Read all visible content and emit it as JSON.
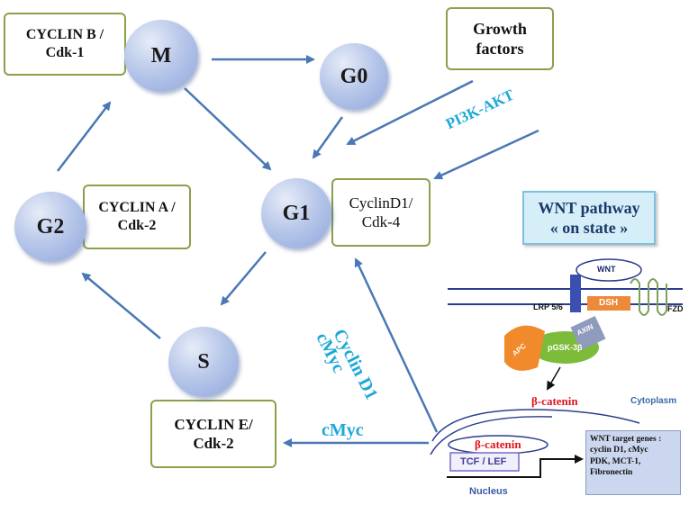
{
  "cycle": {
    "phases": {
      "m": "M",
      "g0": "G0",
      "g1": "G1",
      "g2": "G2",
      "s": "S"
    },
    "boxes": {
      "cyclin_b": "CYCLIN B /\nCdk-1",
      "growth_factors": "Growth\nfactors",
      "cyclin_a": "CYCLIN A /\nCdk-2",
      "cyclin_d1": "CyclinD1/\nCdk-4",
      "cyclin_e": "CYCLIN E/\nCdk-2"
    },
    "arrow_labels": {
      "pi3k": "PI3K-AKT",
      "cyclin_d1_cmyc_line1": "Cyclin D1",
      "cyclin_d1_cmyc_line2": "cMyc",
      "cmyc": "cMyc"
    }
  },
  "wnt": {
    "title": "WNT pathway\n« on state »",
    "labels": {
      "wnt": "WNT",
      "lrp": "LRP 5/6",
      "dsh": "DSH",
      "fzd": "FZD",
      "axin": "AXIN",
      "apc": "APC",
      "gsk": "pGSK-3β",
      "beta_catenin_cyto": "β-catenin",
      "cytoplasm": "Cytoplasm",
      "beta_catenin_nuc": "β-catenin",
      "tcf_lef": "TCF / LEF",
      "nucleus": "Nucleus",
      "target_genes": "WNT target genes :\ncyclin D1, cMyc\nPDK, MCT-1,\nFibronectin"
    }
  },
  "colors": {
    "arrow": "#4a78b5",
    "box_border": "#8aa04a",
    "label": "#1fa8d8",
    "wnt_box_bg": "#d6eef7",
    "beta_catenin": "#e0141e"
  }
}
